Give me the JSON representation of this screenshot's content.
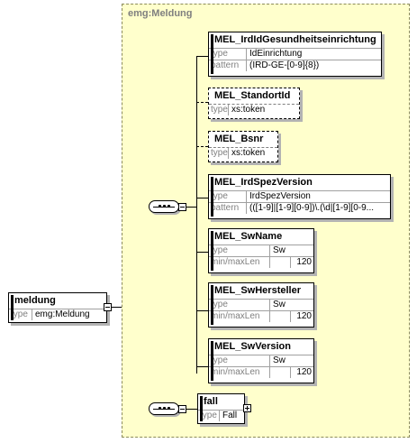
{
  "group": {
    "title": "emg:Meldung"
  },
  "root": {
    "name": "meldung",
    "type_label": "type",
    "type_value": "emg:Meldung"
  },
  "elements": [
    {
      "name": "MEL_IrdIdGesundheitseinrichtung",
      "rows": [
        {
          "key": "type",
          "value": "IdEinrichtung"
        },
        {
          "key": "pattern",
          "value": "(IRD-GE-[0-9]{8})"
        }
      ]
    },
    {
      "name": "MEL_StandortId",
      "rows": [
        {
          "key": "type",
          "value": "xs:token"
        }
      ]
    },
    {
      "name": "MEL_Bsnr",
      "rows": [
        {
          "key": "type",
          "value": "xs:token"
        }
      ]
    },
    {
      "name": "MEL_IrdSpezVersion",
      "rows": [
        {
          "key": "type",
          "value": "IrdSpezVersion"
        },
        {
          "key": "pattern",
          "value": "(([1-9]|[1-9][0-9])\\.(\\d|[1-9][0-9..."
        }
      ]
    },
    {
      "name": "MEL_SwName",
      "rows": [
        {
          "key": "type",
          "value": "Sw"
        },
        {
          "key": "min/maxLen",
          "value": "",
          "num": "120"
        }
      ]
    },
    {
      "name": "MEL_SwHersteller",
      "rows": [
        {
          "key": "type",
          "value": "Sw"
        },
        {
          "key": "min/maxLen",
          "value": "",
          "num": "120"
        }
      ]
    },
    {
      "name": "MEL_SwVersion",
      "rows": [
        {
          "key": "type",
          "value": "Sw"
        },
        {
          "key": "min/maxLen",
          "value": "",
          "num": "120"
        }
      ]
    },
    {
      "name": "fall",
      "rows": [
        {
          "key": "type",
          "value": "Fall"
        }
      ]
    }
  ]
}
